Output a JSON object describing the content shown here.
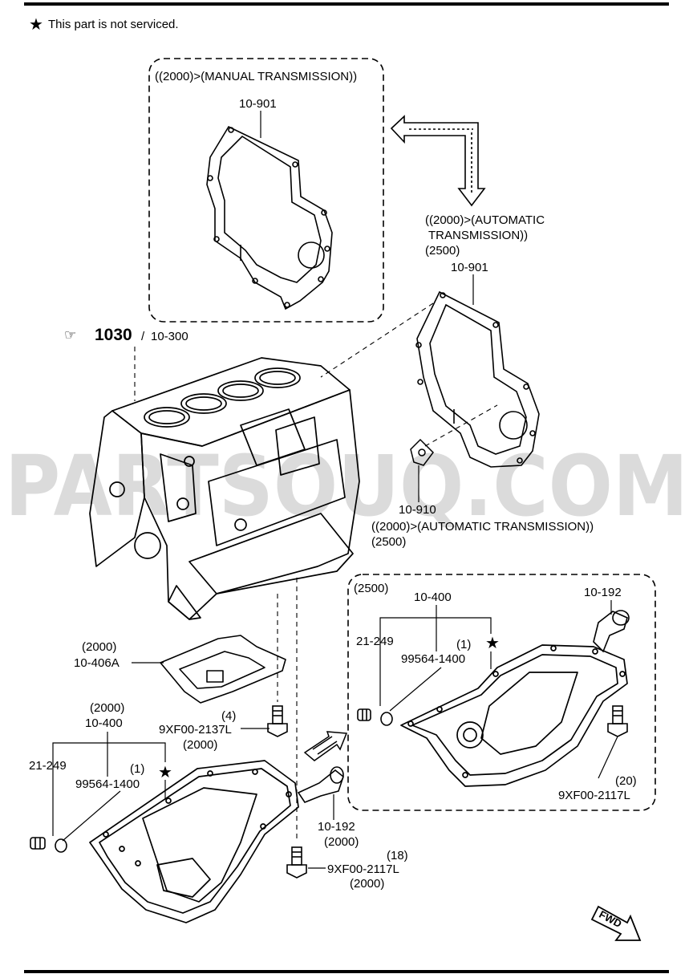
{
  "header": {
    "note_symbol": "★",
    "note_text": "This part is not serviced."
  },
  "watermark": "PARTSOUQ.COM",
  "groups": {
    "manual": {
      "condition": "((2000)>(MANUAL TRANSMISSION))",
      "part": "10-901"
    },
    "automatic": {
      "condition_line1": "((2000)>(AUTOMATIC",
      "condition_line2": "TRANSMISSION))",
      "year": "(2500)",
      "part": "10-901"
    },
    "block": {
      "ref_main": "1030",
      "ref_sep": "/",
      "ref_part": "10-300"
    },
    "drive_plate": {
      "part": "10-910",
      "condition": "((2000)>(AUTOMATIC TRANSMISSION))",
      "year": "(2500)"
    },
    "pan_2500": {
      "year": "(2500)",
      "pan": "10-400",
      "plug": "21-249",
      "gasket_qty": "(1)",
      "gasket": "99564-1400",
      "strainer": "10-192",
      "bolt_qty": "(20)",
      "bolt": "9XF00-2117L"
    },
    "baffle": {
      "year": "(2000)",
      "part": "10-406A",
      "bolt_qty": "(4)",
      "bolt": "9XF00-2137L",
      "bolt_year": "(2000)"
    },
    "pan_2000": {
      "year": "(2000)",
      "pan": "10-400",
      "plug": "21-249",
      "gasket_qty": "(1)",
      "gasket": "99564-1400",
      "strainer": "10-192",
      "strainer_year": "(2000)",
      "bolt_qty": "(18)",
      "bolt": "9XF00-2117L",
      "bolt_year": "(2000)"
    }
  },
  "fwd_label": "FWD"
}
